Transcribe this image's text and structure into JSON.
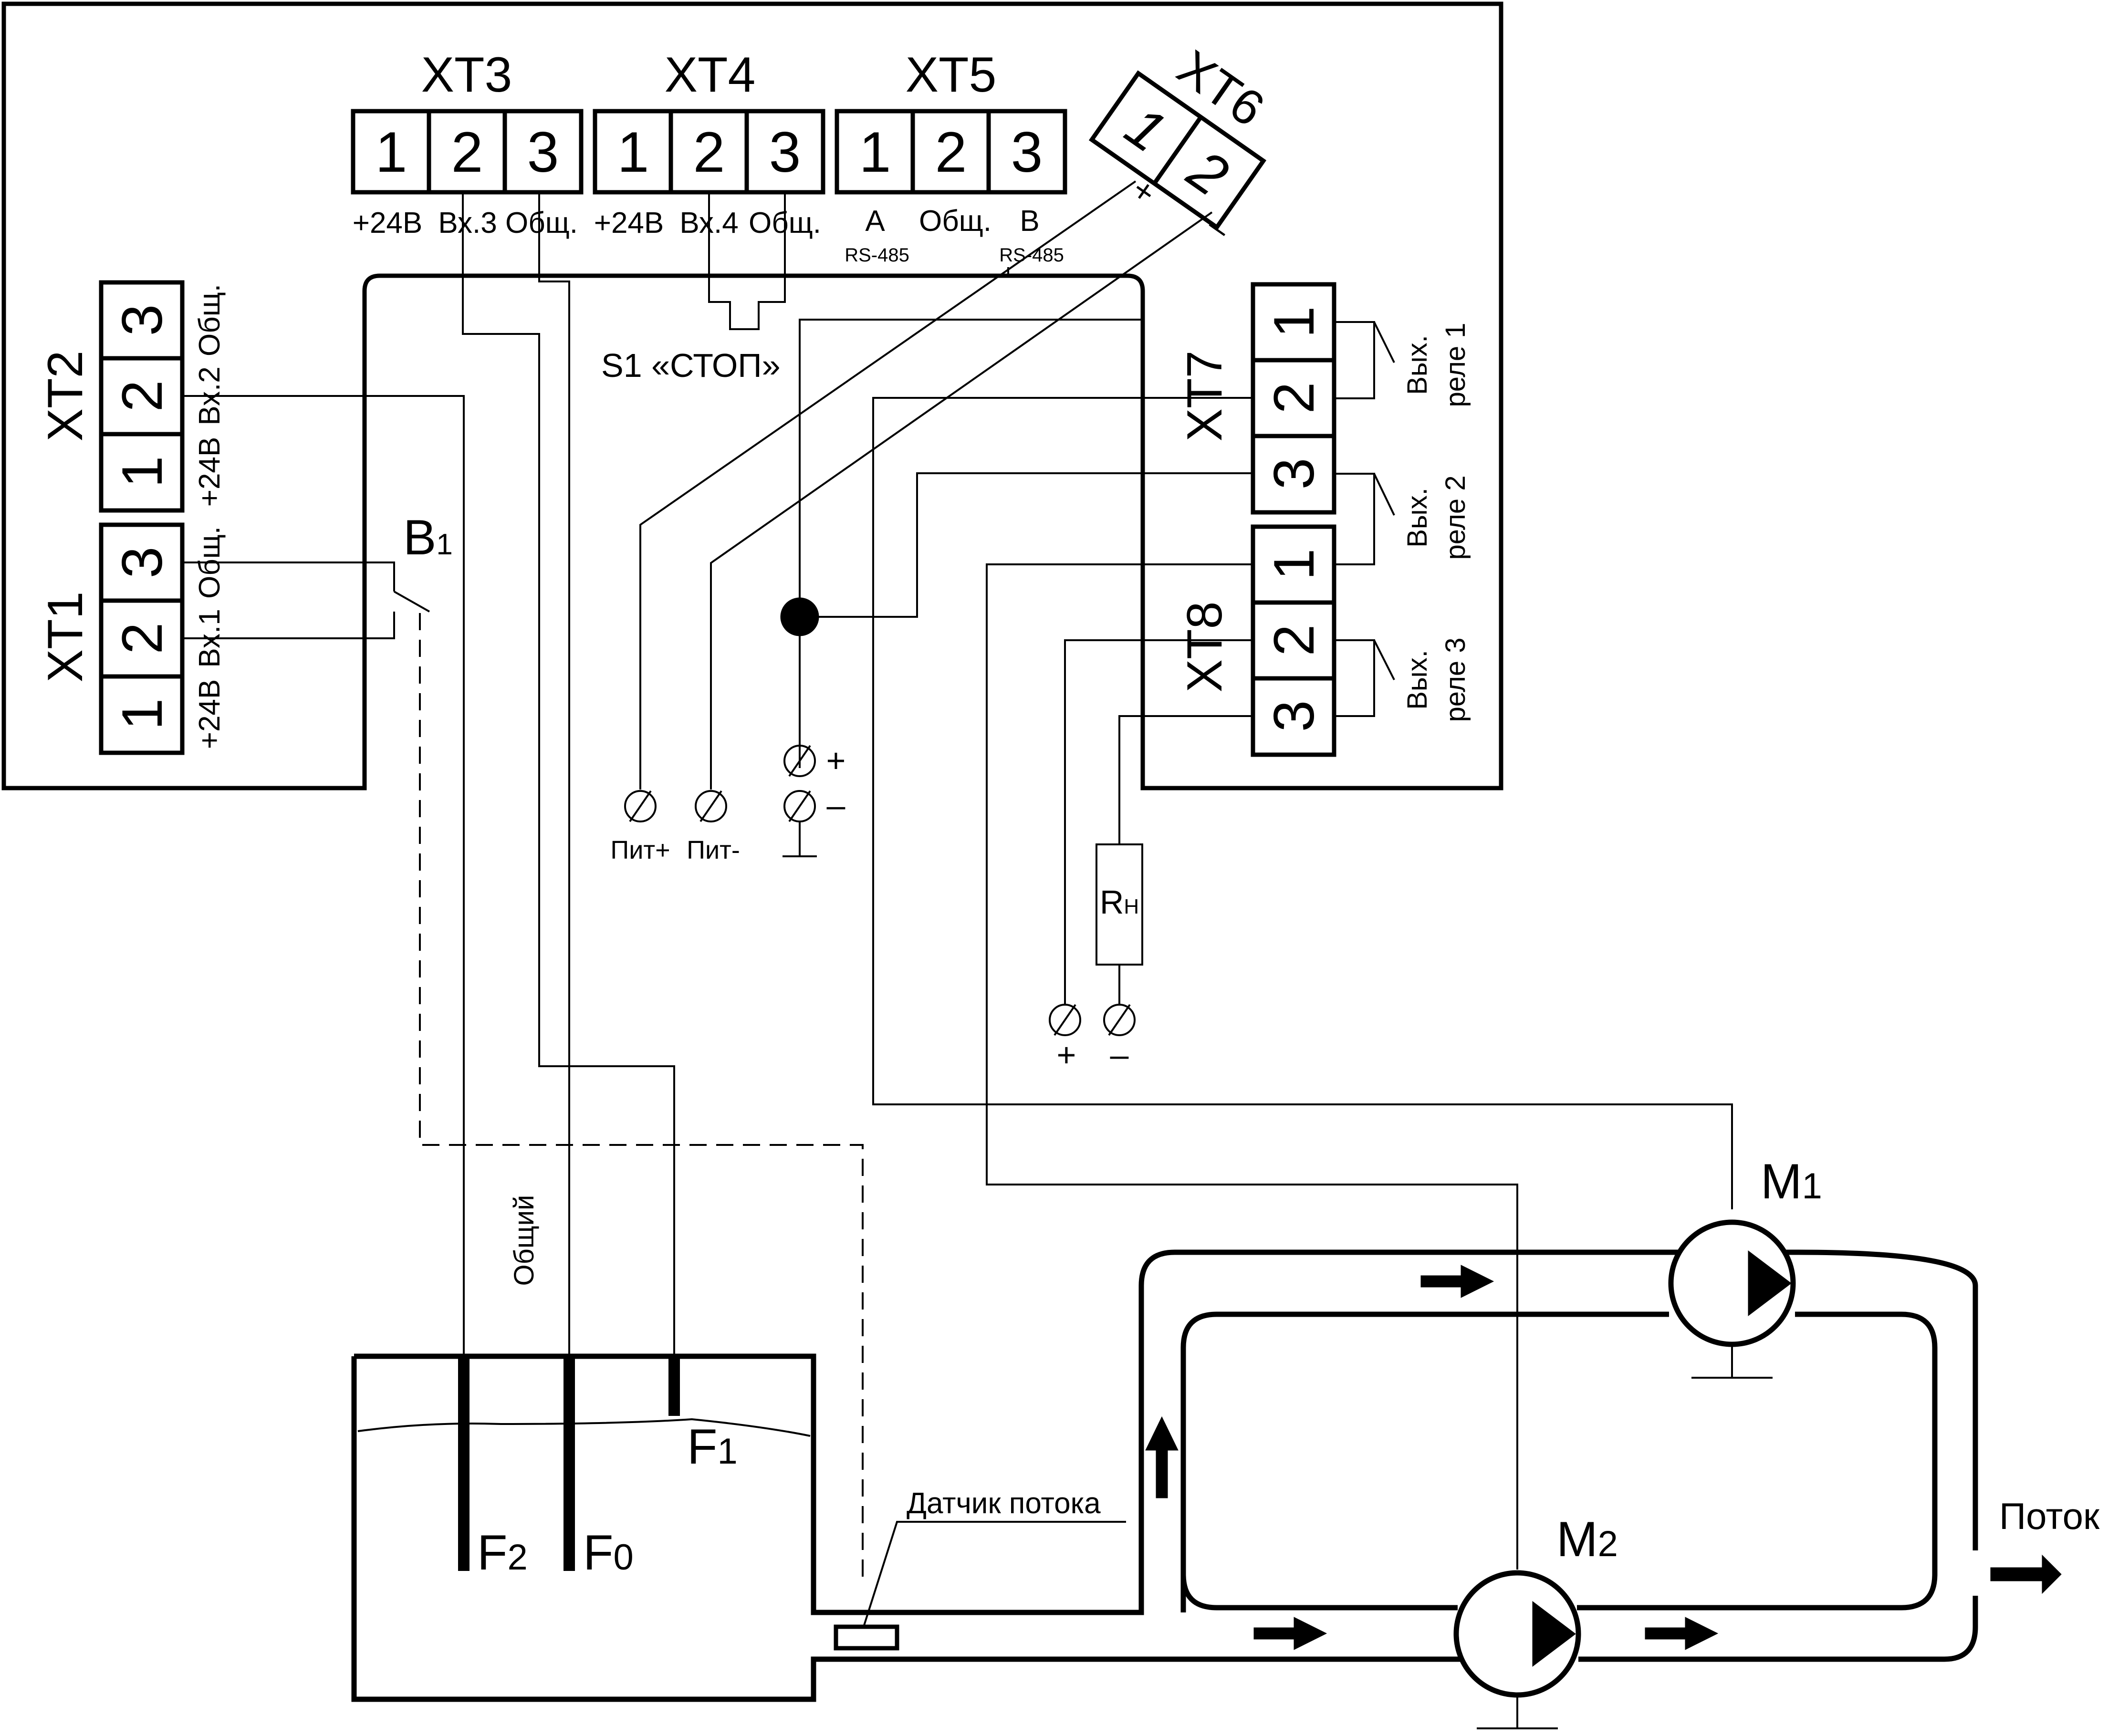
{
  "terminals": {
    "xt1": {
      "title": "XT1",
      "nums": [
        "1",
        "2",
        "3"
      ],
      "labels": [
        "+24В",
        "Вх.1",
        "Общ."
      ]
    },
    "xt2": {
      "title": "XT2",
      "nums": [
        "1",
        "2",
        "3"
      ],
      "labels": [
        "+24В",
        "Вх.2",
        "Общ."
      ]
    },
    "xt3": {
      "title": "XT3",
      "nums": [
        "1",
        "2",
        "3"
      ],
      "labels": [
        "+24В",
        "Вх.3",
        "Общ."
      ]
    },
    "xt4": {
      "title": "XT4",
      "nums": [
        "1",
        "2",
        "3"
      ],
      "labels": [
        "+24В",
        "Вх.4",
        "Общ."
      ]
    },
    "xt5": {
      "title": "XT5",
      "nums": [
        "1",
        "2",
        "3"
      ],
      "labels": [
        "A",
        "Общ.",
        "B"
      ],
      "sublabels": [
        "RS-485",
        "RS-485"
      ]
    },
    "xt6": {
      "title": "XT6",
      "nums": [
        "1",
        "2"
      ],
      "labels": [
        "+",
        "–"
      ]
    },
    "xt7": {
      "title": "XT7",
      "nums": [
        "1",
        "2",
        "3"
      ]
    },
    "xt8": {
      "title": "XT8",
      "nums": [
        "1",
        "2",
        "3"
      ]
    }
  },
  "relays": [
    {
      "line1": "Вых.",
      "line2": "реле 1"
    },
    {
      "line1": "Вых.",
      "line2": "реле 2"
    },
    {
      "line1": "Вых.",
      "line2": "реле 3"
    }
  ],
  "labels": {
    "switch_b1": "B",
    "switch_b1_sub": "1",
    "stop_button": "S1 «СТОП»",
    "power_plus": "Пит+",
    "power_minus": "Пит-",
    "term_plus": "+",
    "term_minus": "–",
    "load": "R",
    "load_sub": "Н",
    "common": "Общий",
    "flow_sensor": "Датчик потока",
    "flow_out": "Поток",
    "motor1": "M",
    "motor1_sub": "1",
    "motor2": "M",
    "motor2_sub": "2",
    "probe_f0": "F",
    "probe_f0_sub": "0",
    "probe_f1": "F",
    "probe_f1_sub": "1",
    "probe_f2": "F",
    "probe_f2_sub": "2"
  }
}
